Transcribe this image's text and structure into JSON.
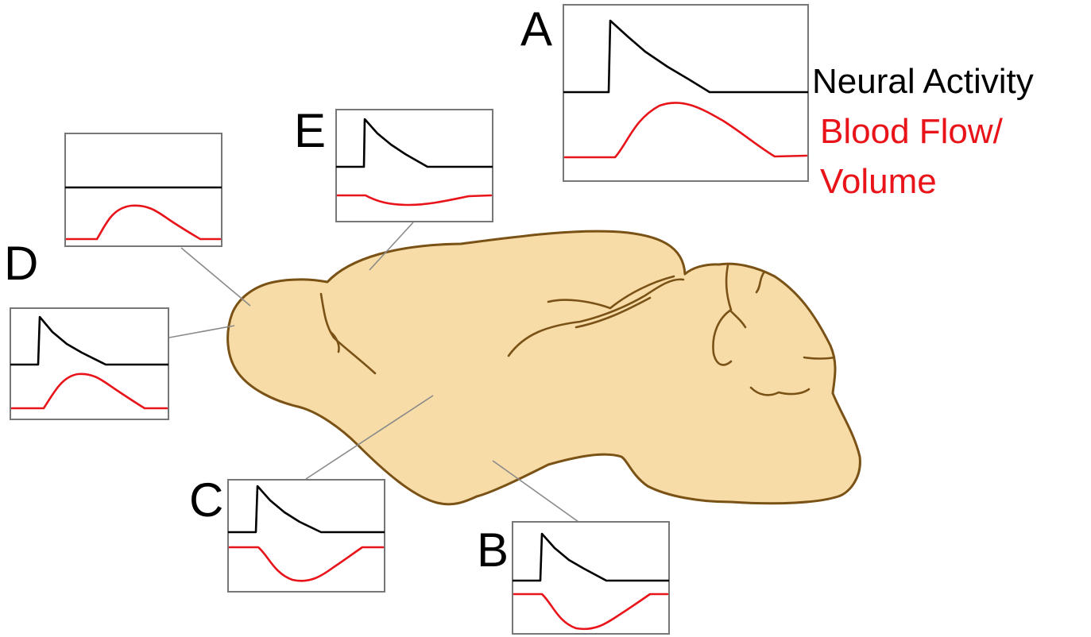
{
  "colors": {
    "neural": "#000000",
    "blood": "#e8141a",
    "brain_fill": "#f7dca8",
    "brain_stroke": "#7a5216",
    "frame": "#777777",
    "leader": "#8a8a8a"
  },
  "legend": {
    "neural": "Neural Activity",
    "blood_line1": "Blood Flow/",
    "blood_line2": "Volume"
  },
  "panels": [
    {
      "id": "A",
      "label": "A",
      "blood_response": "increase",
      "neural_response": "transient"
    },
    {
      "id": "B",
      "label": "B",
      "blood_response": "decrease",
      "neural_response": "transient"
    },
    {
      "id": "C",
      "label": "C",
      "blood_response": "decrease",
      "neural_response": "transient"
    },
    {
      "id": "D",
      "label": "D",
      "blood_response": "increase",
      "neural_response": "transient"
    },
    {
      "id": "D-upper",
      "label": "",
      "blood_response": "increase",
      "neural_response": "none"
    },
    {
      "id": "E",
      "label": "E",
      "blood_response": "slight decrease",
      "neural_response": "transient"
    }
  ]
}
